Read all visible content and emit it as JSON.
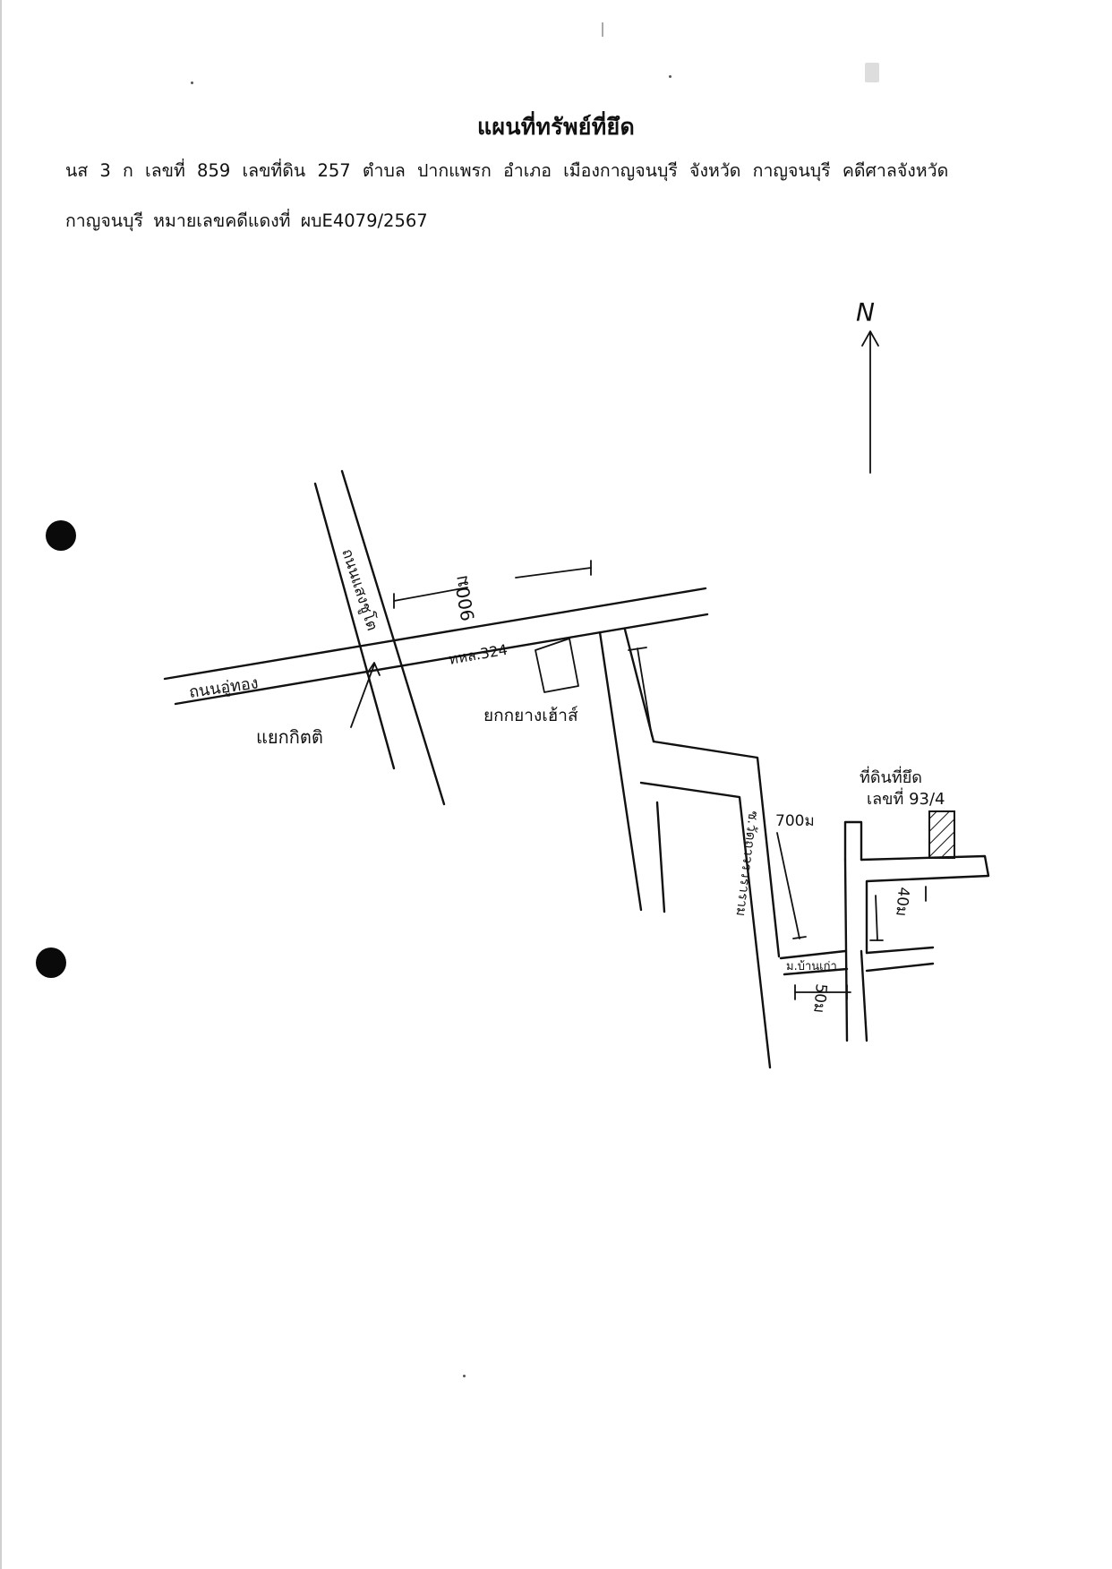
{
  "document": {
    "title": "แผนที่ทรัพย์ที่ยึด",
    "line_1": "นส 3 ก เลขที่  859  เลขที่ดิน  257  ตำบล   ปากแพรก อำเภอ  เมืองกาญจนบุรี  จังหวัด  กาญจนบุรี คดีศาลจังหวัด",
    "line_2": "กาญจนบุรี  หมายเลขคดีแดงที่ ผบE4079/2567"
  },
  "map": {
    "north_label": "N",
    "distance_top": "900ม",
    "highway_label": "ทหล.324",
    "road_west_label": "ถนนอู่ทอง",
    "road_vertical_label": "ถนนแสงชูโต",
    "intersection_label": "แยกกิตติ",
    "shop_label": "ยกกยางเฮ้าส์",
    "soi_label": "ซ.วัดถาวรวราราม",
    "distance_700": "700ม",
    "property_label_1": "ที่ดินที่ยึด",
    "property_label_2": "เลขที่ 93/4",
    "distance_right": "40ม",
    "lane_label": "ม.บ้านเก่า",
    "distance_bottom": "50ม"
  },
  "colors": {
    "ink": "#111111",
    "paper": "#ffffff"
  }
}
